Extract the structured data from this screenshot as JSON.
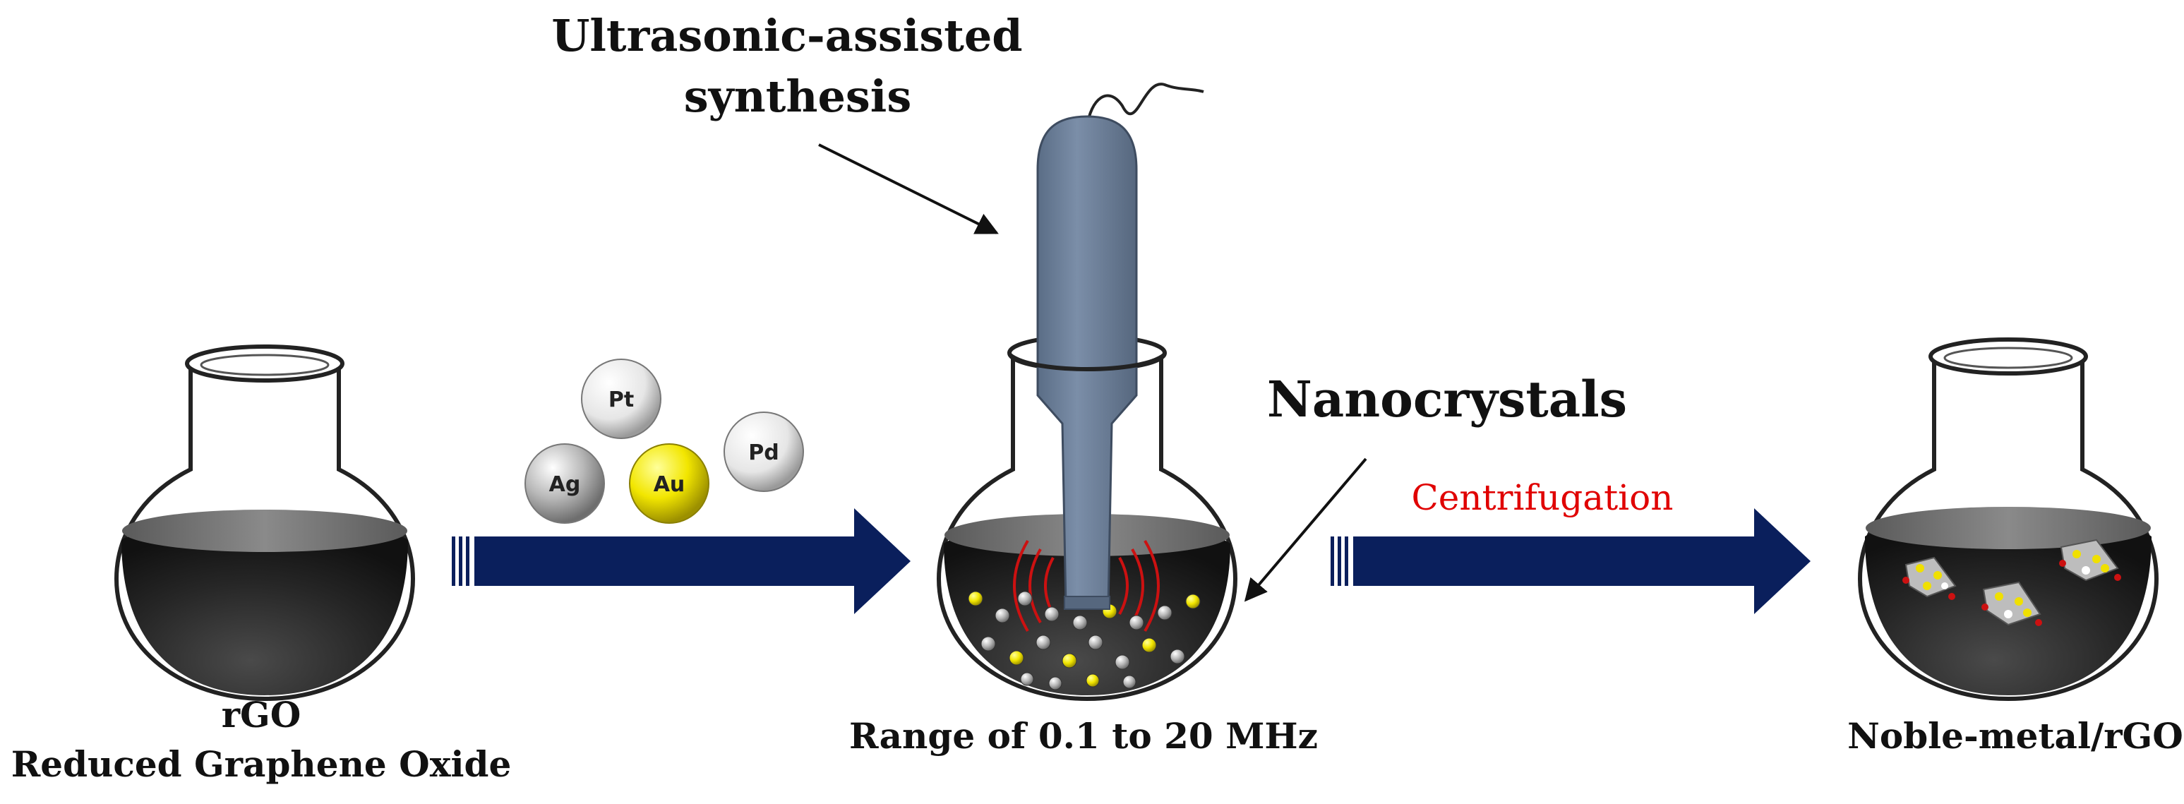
{
  "title": {
    "line1": "Ultrasonic-assisted",
    "line2": "synthesis"
  },
  "labels": {
    "nanocrystals": "Nanocrystals",
    "centrifugation": "Centrifugation",
    "flask1_line1": "rGO",
    "flask1_line2": "Reduced Graphene Oxide",
    "flask2": "Range of 0.1 to 20 MHz",
    "flask3": "Noble-metal/rGO"
  },
  "metals": {
    "pt": "Pt",
    "ag": "Ag",
    "au": "Au",
    "pd": "Pd"
  },
  "colors": {
    "arrow": "#0a1f5c",
    "probe": "#6a7d96",
    "liquid": "#303030",
    "gold": "#f0e000",
    "silver": "#a8a8a8",
    "waves": "#cc1111",
    "centrifugation": "#e00000"
  }
}
